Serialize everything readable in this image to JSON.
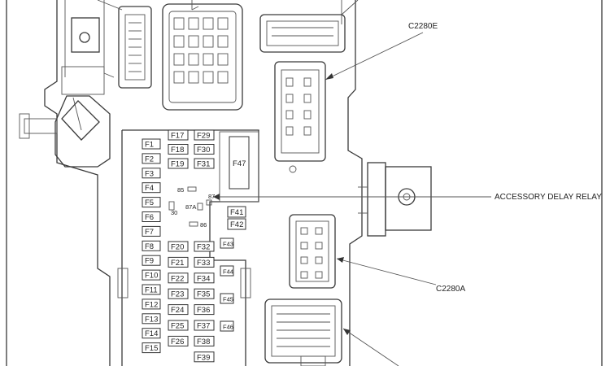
{
  "callouts": {
    "c2280e": "C2280E",
    "accessory_relay": "ACCESSORY DELAY RELAY",
    "c2280a": "C2280A"
  },
  "relay_pins": {
    "p85": "85",
    "p87": "87",
    "p30": "30",
    "p87a": "87A",
    "p86": "86"
  },
  "fuses": {
    "col1": [
      "F1",
      "F2",
      "F3",
      "F4",
      "F5",
      "F6",
      "F7",
      "F8",
      "F9",
      "F10",
      "F11",
      "F12",
      "F13",
      "F14",
      "F15"
    ],
    "col2_top": [
      "F17",
      "F18",
      "F19"
    ],
    "col3_top": [
      "F29",
      "F30",
      "F31"
    ],
    "col2_bottom": [
      "F20",
      "F21",
      "F22",
      "F23",
      "F24",
      "F25",
      "F26"
    ],
    "col3_bottom": [
      "F32",
      "F33",
      "F34",
      "F35",
      "F36",
      "F37",
      "F38",
      "F39"
    ],
    "col4": [
      "F43",
      "F44",
      "F45",
      "F46"
    ],
    "f41": "F41",
    "f42": "F42",
    "f47": "F47"
  }
}
